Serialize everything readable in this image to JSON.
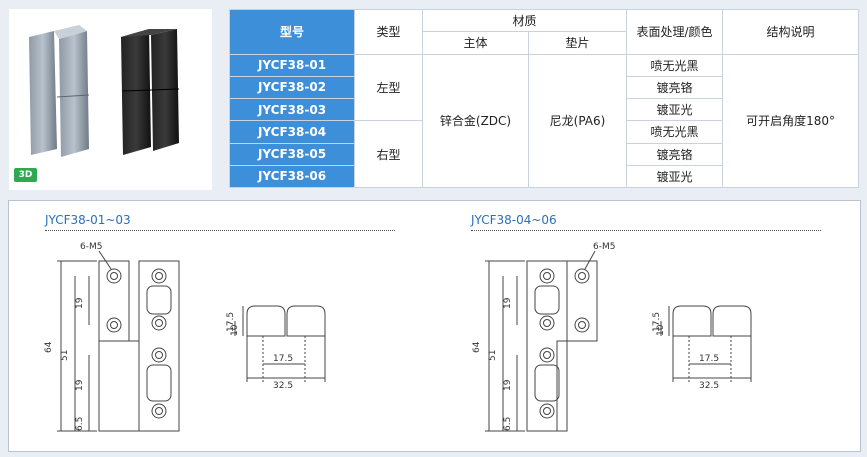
{
  "table": {
    "headers": {
      "model": "型号",
      "type": "类型",
      "material": "材质",
      "body": "主体",
      "gasket": "垫片",
      "finish": "表面处理/颜色",
      "structure": "结构说明"
    },
    "rows": [
      {
        "model": "JYCF38-01",
        "finish": "喷无光黑"
      },
      {
        "model": "JYCF38-02",
        "finish": "镀亮铬"
      },
      {
        "model": "JYCF38-03",
        "finish": "镀亚光"
      },
      {
        "model": "JYCF38-04",
        "finish": "喷无光黑"
      },
      {
        "model": "JYCF38-05",
        "finish": "镀亮铬"
      },
      {
        "model": "JYCF38-06",
        "finish": "镀亚光"
      }
    ],
    "type_left": "左型",
    "type_right": "右型",
    "body_material": "锌合金(ZDC)",
    "gasket_material": "尼龙(PA6)",
    "structure_note": "可开启角度180°"
  },
  "photo": {
    "badge": "3D"
  },
  "drawings": {
    "left_title": "JYCF38-01~03",
    "right_title": "JYCF38-04~06",
    "hole_label": "6-M5",
    "dims": {
      "d64": "64",
      "d51": "51",
      "d19": "19",
      "d6_5": "6.5",
      "d17_5": "17.5",
      "d10": "10",
      "d32_5": "32.5"
    }
  },
  "colors": {
    "model_blue": "#3d8fd9",
    "title_blue": "#2c6fb8"
  }
}
